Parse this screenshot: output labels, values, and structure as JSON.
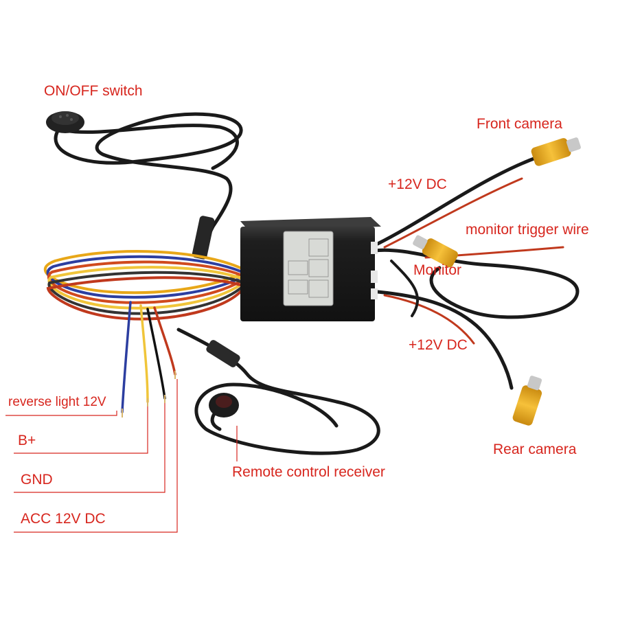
{
  "labels": {
    "on_off_switch": "ON/OFF switch",
    "front_camera": "Front camera",
    "plus12v_front": "+12V DC",
    "monitor_trigger": "monitor trigger wire",
    "monitor": "Monitor",
    "plus12v_rear": "+12V DC",
    "rear_camera": "Rear camera",
    "remote_receiver": "Remote control receiver",
    "reverse_light": "reverse light 12V",
    "b_plus": "B+",
    "gnd": "GND",
    "acc": "ACC 12V DC"
  },
  "colors": {
    "label_text": "#d7261e",
    "leader_line": "#d7261e",
    "cable": "#1a1a1a",
    "rca_yellow": "#f2b21a",
    "box_body": "#1c1c1c",
    "box_panel": "#d8dad6"
  }
}
